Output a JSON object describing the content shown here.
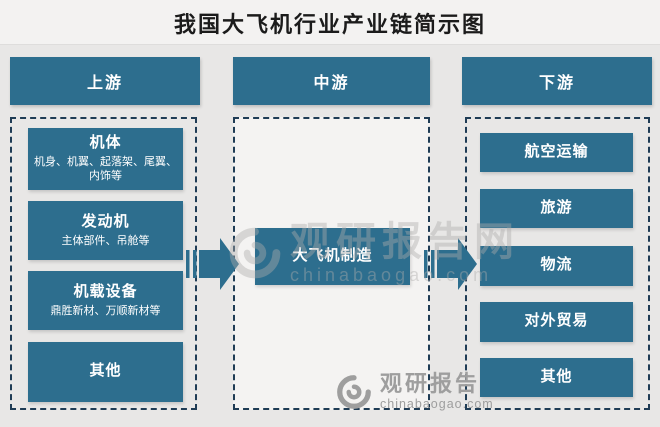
{
  "title": "我国大飞机行业产业链简示图",
  "columns": {
    "upstream": {
      "header": "上游",
      "items": [
        {
          "title": "机体",
          "subtitle": "机身、机翼、起落架、尾翼、内饰等"
        },
        {
          "title": "发动机",
          "subtitle": "主体部件、吊舱等"
        },
        {
          "title": "机载设备",
          "subtitle": "鼎胜新材、万顺新材等"
        },
        {
          "title": "其他",
          "subtitle": ""
        }
      ]
    },
    "midstream": {
      "header": "中游",
      "items": [
        {
          "title": "大飞机制造"
        }
      ]
    },
    "downstream": {
      "header": "下游",
      "items": [
        {
          "title": "航空运输"
        },
        {
          "title": "旅游"
        },
        {
          "title": "物流"
        },
        {
          "title": "对外贸易"
        },
        {
          "title": "其他"
        }
      ]
    }
  },
  "watermark": {
    "brand": "观研报告网",
    "domain": "chinabaogao.com"
  },
  "colors": {
    "node_teal": "#2d6e8e",
    "dashed_border": "#1f3c55",
    "page_bg": "#e8e7e6",
    "title_band_bg": "#f3f2f1",
    "mid_panel_bg": "#f4f3f2",
    "watermark_gray": "#9e9e9e",
    "title_text": "#1b1b1b",
    "node_text": "#ffffff"
  }
}
